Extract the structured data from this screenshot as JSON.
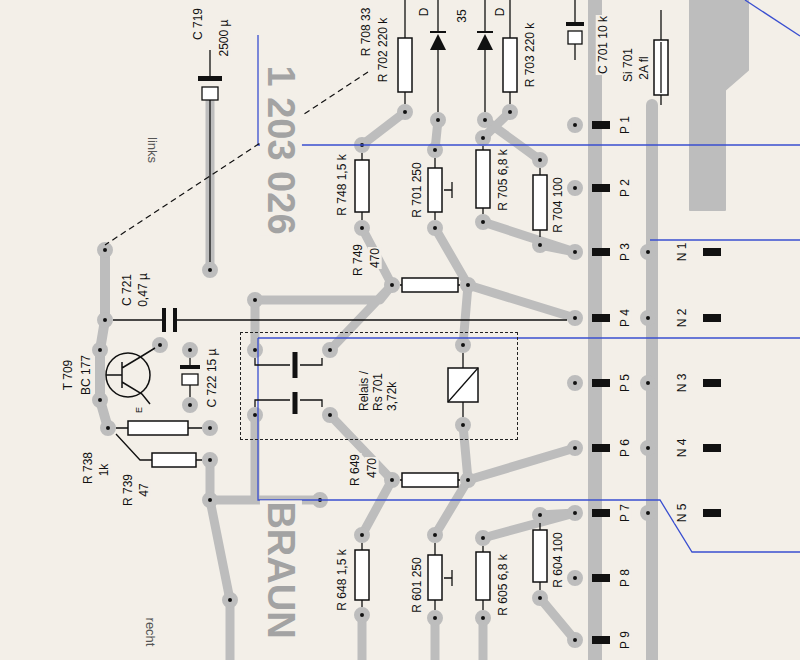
{
  "diagram": {
    "nodes": [
      {
        "text": [
          "Relais / Rs 701 3,72k"
        ]
      }
    ],
    "labels": [
      "R 708 33",
      "R 702 220 k",
      "D",
      "35",
      "D",
      "R 703 220 k",
      "C 701 10 k",
      "C 719",
      "2500 µ",
      "links",
      "1 203 026",
      "Si 701",
      "2A fl",
      "P 1",
      "P 2",
      "P 3",
      "P 4",
      "P 5",
      "P 6",
      "P 7",
      "P 8",
      "P 9",
      "N 1",
      "N 2",
      "N 3",
      "N 4",
      "N 5",
      "R 748 1,5 k",
      "R 701 250",
      "R 705 6,8 k",
      "R 704 100",
      "R 749",
      "470",
      "C 721",
      "0,47 µ",
      "T 709",
      "BC 177",
      "C 722 15 µ",
      "E",
      "R 738",
      "1k",
      "R 739",
      "47",
      "BRAUN",
      "R 649",
      "470",
      "R 648 1,5 k",
      "R 601 250",
      "R 605 6,8 k",
      "R 604 100",
      "recht"
    ]
  }
}
